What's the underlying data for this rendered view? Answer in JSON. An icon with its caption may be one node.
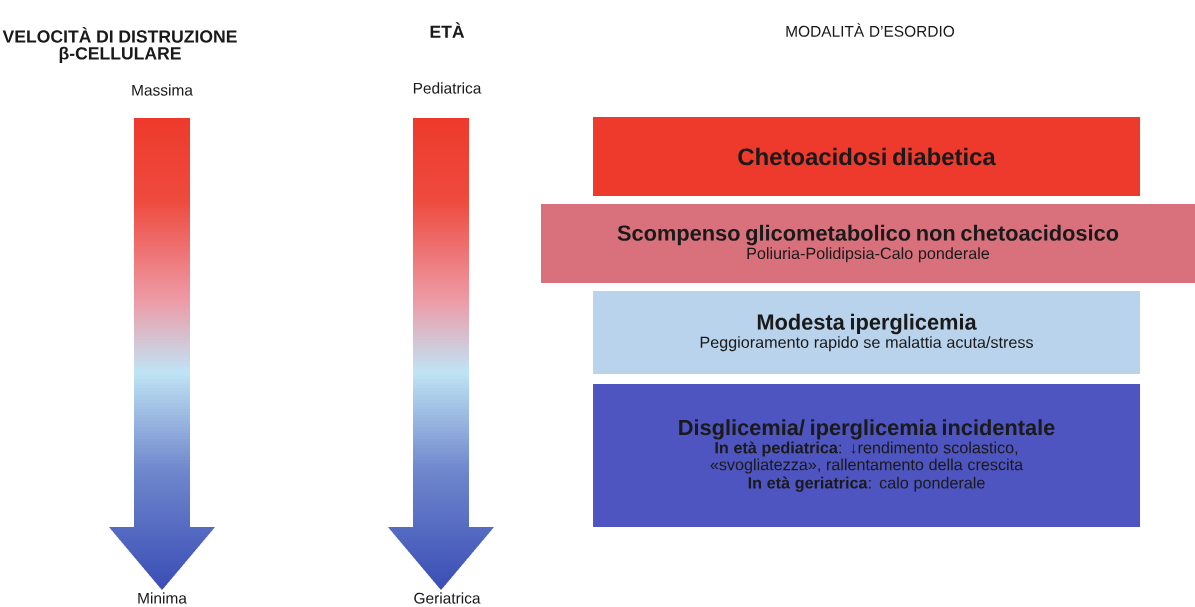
{
  "diagram": {
    "nodes": [
      {
        "text": [
          "Chetoacidosi diabetica"
        ]
      },
      {
        "text": [
          "Scompenso glicometabolico non chetoacidosico",
          "Poliuria-Polidipsia-Calo ponderale"
        ]
      },
      {
        "text": [
          "Modesta iperglicemia",
          "Peggioramento rapido se malattia acuta/stress"
        ]
      },
      {
        "text": [
          "Disglicemia/ iperglicemia incidentale",
          "**In età pediatrica**: ↓rendimento scolastico, «svogliatezza», rallentamento della crescita",
          "**In età geriatrica**: calo ponderale"
        ]
      }
    ],
    "labels": [
      "VELOCITÀ DI DISTRUZIONE β-CELLULARE",
      "ETÀ",
      "MODALITÀ D’ESORDIO",
      "Massima",
      "Pediatrica",
      "Minima",
      "Geriatrica"
    ]
  }
}
